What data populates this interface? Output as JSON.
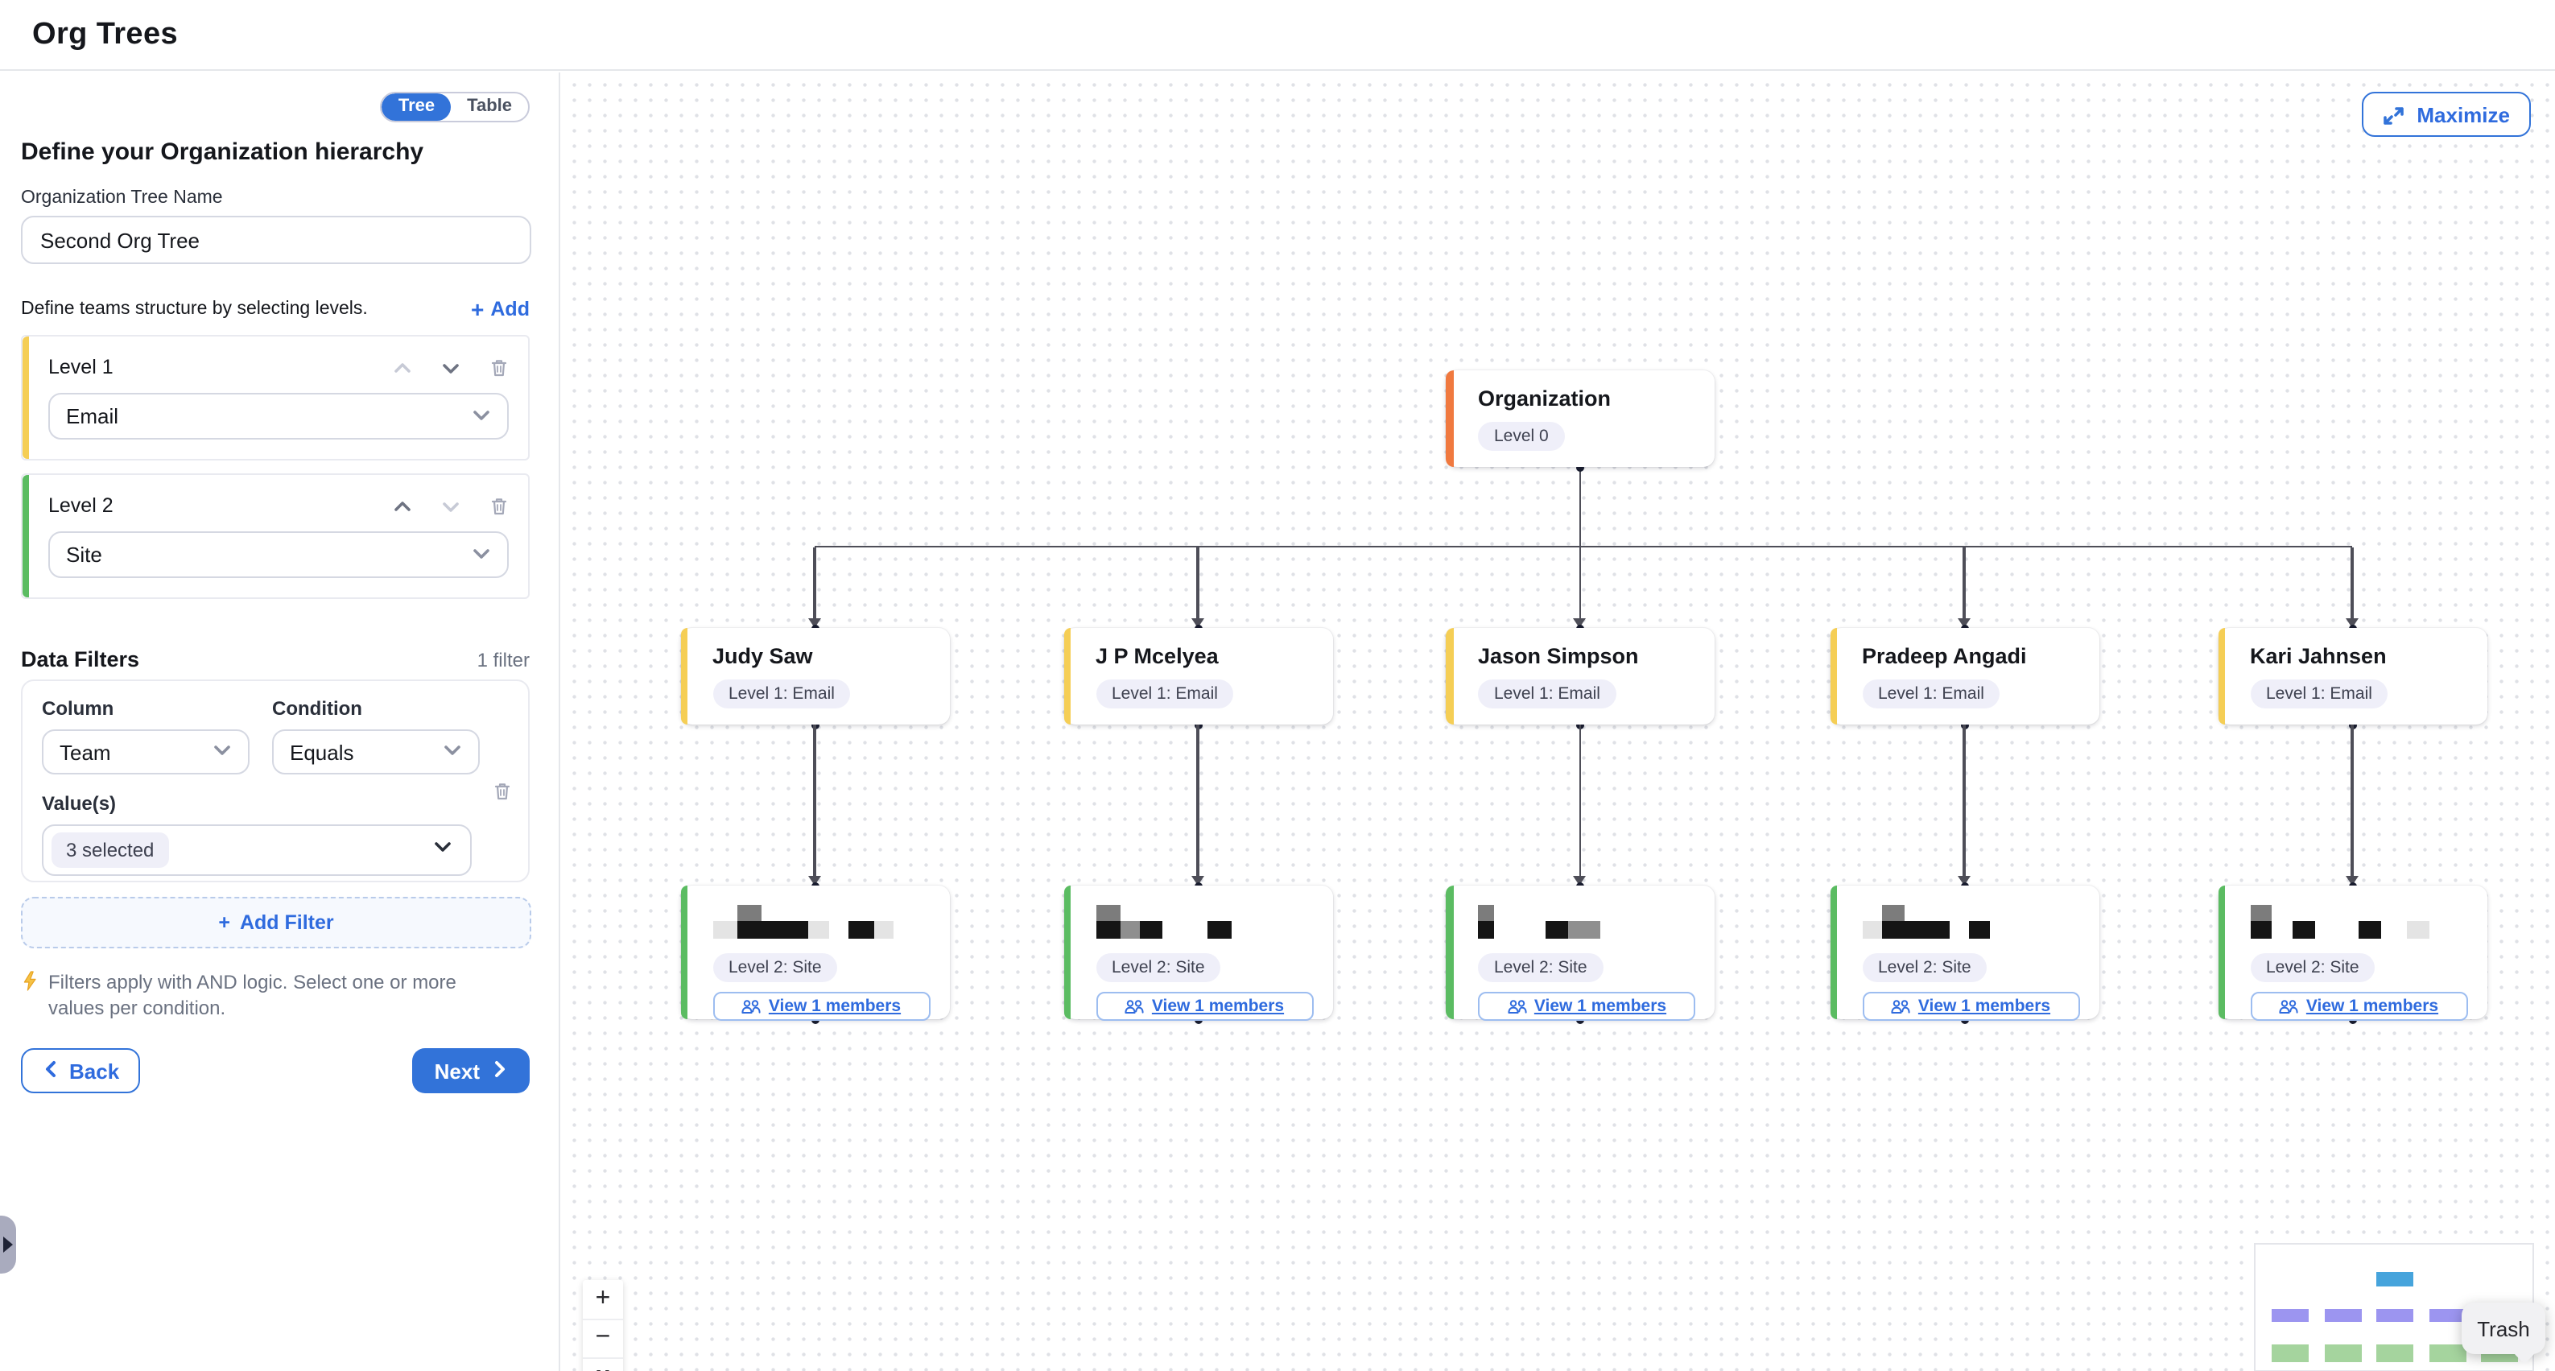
{
  "header": {
    "title": "Org Trees"
  },
  "sidebar": {
    "view_toggle": {
      "options": [
        "Tree",
        "Table"
      ],
      "active": "Tree"
    },
    "heading": "Define your Organization hierarchy",
    "tree_name": {
      "label": "Organization Tree Name",
      "value": "Second Org Tree"
    },
    "levels_section": {
      "description": "Define teams structure by selecting levels.",
      "add_label": "Add",
      "plus": "+"
    },
    "levels": [
      {
        "label": "Level 1",
        "value": "Email",
        "accent": "#F5CE55",
        "up_enabled": false,
        "down_enabled": true
      },
      {
        "label": "Level 2",
        "value": "Site",
        "accent": "#5BBC62",
        "up_enabled": true,
        "down_enabled": false
      }
    ],
    "data_filters": {
      "heading": "Data Filters",
      "count_label": "1 filter",
      "filter": {
        "column_label": "Column",
        "column_value": "Team",
        "condition_label": "Condition",
        "condition_value": "Equals",
        "values_label": "Value(s)",
        "values_value": "3 selected"
      },
      "add_filter_label": "Add Filter",
      "add_filter_plus": "+",
      "note": "Filters apply with AND logic. Select one or more values per condition."
    },
    "back_label": "Back",
    "next_label": "Next"
  },
  "canvas": {
    "maximize_label": "Maximize",
    "tree": {
      "root": {
        "title": "Organization",
        "badge": "Level 0",
        "accent": "#F0793F"
      },
      "level1_accent": "#F5CE55",
      "level2_accent": "#5BBC62",
      "level1": [
        {
          "title": "Judy Saw",
          "badge": "Level 1: Email"
        },
        {
          "title": "J P Mcelyea",
          "badge": "Level 1: Email"
        },
        {
          "title": "Jason Simpson",
          "badge": "Level 1: Email"
        },
        {
          "title": "Pradeep Angadi",
          "badge": "Level 1: Email"
        },
        {
          "title": "Kari Jahnsen",
          "badge": "Level 1: Email"
        }
      ],
      "level2": [
        {
          "badge": "Level 2: Site",
          "button": "View 1 members",
          "redaction": {
            "cap": {
              "x": 15,
              "w": 15
            },
            "blocks": [
              [
                "l",
                15
              ],
              [
                "d",
                44
              ],
              [
                "l",
                13
              ],
              [
                "s",
                12
              ],
              [
                "d",
                16
              ],
              [
                "l",
                12
              ]
            ]
          }
        },
        {
          "badge": "Level 2: Site",
          "button": "View 1 members",
          "redaction": {
            "cap": {
              "x": 0,
              "w": 15
            },
            "blocks": [
              [
                "d",
                15
              ],
              [
                "g",
                12
              ],
              [
                "d",
                14
              ],
              [
                "s",
                28
              ],
              [
                "d",
                15
              ]
            ]
          }
        },
        {
          "badge": "Level 2: Site",
          "button": "View 1 members",
          "redaction": {
            "cap": {
              "x": 0,
              "w": 10
            },
            "blocks": [
              [
                "d",
                10
              ],
              [
                "s",
                32
              ],
              [
                "d",
                14
              ],
              [
                "g",
                8
              ],
              [
                "g",
                12
              ]
            ]
          }
        },
        {
          "badge": "Level 2: Site",
          "button": "View 1 members",
          "redaction": {
            "cap": {
              "x": 12,
              "w": 14
            },
            "blocks": [
              [
                "l",
                12
              ],
              [
                "d",
                42
              ],
              [
                "s",
                12
              ],
              [
                "d",
                13
              ]
            ]
          }
        },
        {
          "badge": "Level 2: Site",
          "button": "View 1 members",
          "redaction": {
            "cap": {
              "x": 0,
              "w": 13
            },
            "blocks": [
              [
                "d",
                13
              ],
              [
                "s",
                13
              ],
              [
                "d",
                14
              ],
              [
                "s",
                27
              ],
              [
                "d",
                14
              ],
              [
                "s",
                16
              ],
              [
                "l",
                14
              ]
            ]
          }
        }
      ]
    },
    "zoom_controls": {
      "zoom_in": "+",
      "zoom_out": "−"
    },
    "minimap": {
      "colors": {
        "root": "#46A4DC",
        "level1": "#9C95F0",
        "level2": "#A5D49E"
      }
    },
    "tooltip": {
      "text": "Trash"
    }
  },
  "colors": {
    "primary_blue": "#3273D9",
    "link_blue": "#2F6BDE",
    "edge": "#4E4E58",
    "badge_bg": "#EFEFF9"
  }
}
